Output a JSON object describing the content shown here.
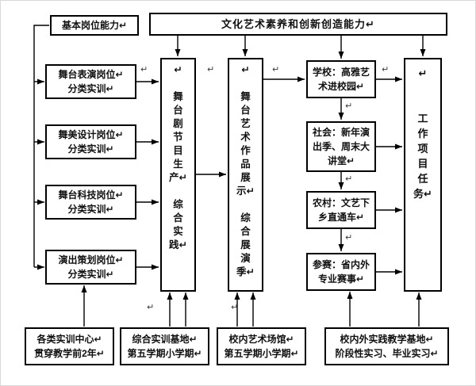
{
  "glyphs": {
    "pilcrow": "↵"
  },
  "top_row": {
    "basic_ability": "基本岗位能力↵",
    "culture_innovation": "文化艺术素养和创新创造能力↵"
  },
  "left_column": [
    {
      "text": "舞台表演岗位↵\n分类实训↵"
    },
    {
      "text": "舞美设计岗位↵\n分类实训↵"
    },
    {
      "text": "舞台科技岗位↵\n分类实训↵"
    },
    {
      "text": "演出策划岗位↵\n分类实训↵"
    }
  ],
  "pipeline": {
    "production_practice": "↵\n\n舞\n台\n剧\n节\n目\n生\n产↵\n\n综\n合\n实\n践↵",
    "exhibition_season": "↵\n\n舞\n台\n艺\n术\n作\n品\n展\n示↵\n\n综\n合\n展\n演\n季↵",
    "work_tasks": "↵\n\n\n工\n作\n项\n目\n任\n务↵"
  },
  "right_column": [
    {
      "text": "学校：高雅艺\n术进校园↵"
    },
    {
      "text": "社会：新年演\n出季、周末大\n讲堂↵"
    },
    {
      "text": "农村：文艺下\n乡直通车↵"
    },
    {
      "text": "参赛：省内外\n专业赛事↵"
    }
  ],
  "bottom_row": [
    {
      "text": "各类实训中心↵\n贯穿教学前2年↵"
    },
    {
      "text": "综合实训基地↵\n第五学期小学期↵"
    },
    {
      "text": "校内艺术场馆↵\n第五学期小学期↵"
    },
    {
      "text": "校内外实践教学基地↵\n阶段性实习、毕业实习↵"
    }
  ],
  "colors": {
    "line": "#000000",
    "box_border": "#000000",
    "text": "#101010"
  }
}
